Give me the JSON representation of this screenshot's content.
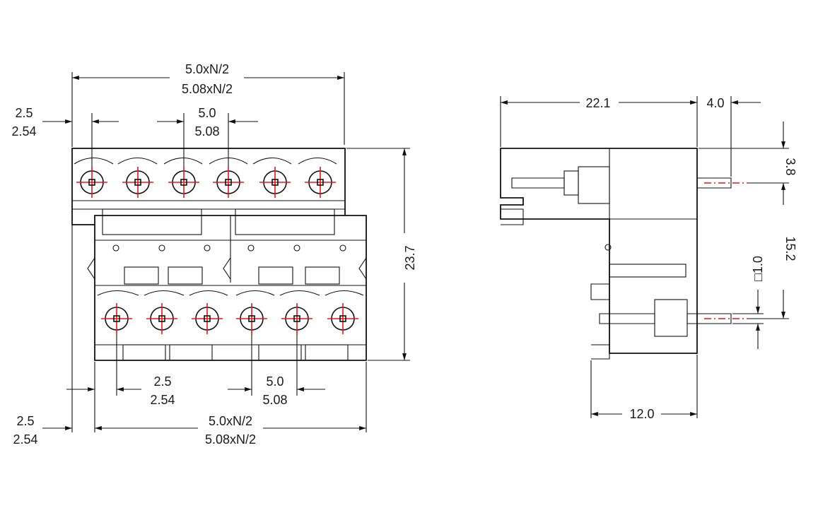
{
  "dims": {
    "top_width_a": "5.0xN/2",
    "top_width_b": "5.08xN/2",
    "top_offset_a": "2.5",
    "top_offset_b": "2.54",
    "top_pitch_a": "5.0",
    "top_pitch_b": "5.08",
    "height": "23.7",
    "bot_offset_a": "2.5",
    "bot_offset_b": "2.54",
    "bot_pitch_a": "5.0",
    "bot_pitch_b": "5.08",
    "bot_edge_a": "2.5",
    "bot_edge_b": "2.54",
    "bot_width_a": "5.0xN/2",
    "bot_width_b": "5.08xN/2",
    "side_depth": "22.1",
    "side_pin": "4.0",
    "side_top": "3.8",
    "side_mid": "15.2",
    "side_pin_sq": "□1.0",
    "side_base": "12.0"
  },
  "colors": {
    "line": "#111111",
    "centerline": "#e8141b"
  }
}
